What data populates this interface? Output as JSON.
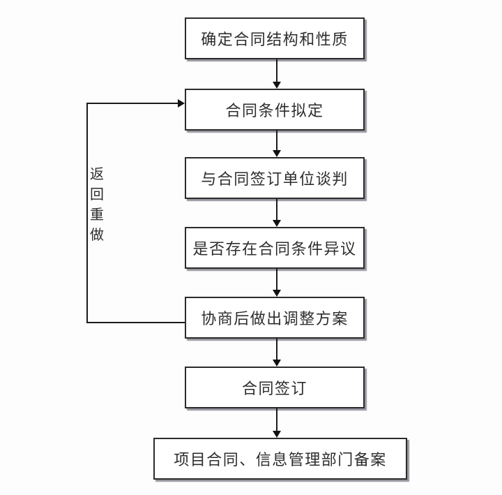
{
  "diagram": {
    "type": "flowchart",
    "direction": "top-down",
    "nodes": [
      {
        "id": "determine-structure",
        "label": "确定合同结构和性质"
      },
      {
        "id": "draft-conditions",
        "label": "合同条件拟定"
      },
      {
        "id": "negotiate-with-signer",
        "label": "与合同签订单位谈判"
      },
      {
        "id": "condition-objection-check",
        "label": "是否存在合同条件异议"
      },
      {
        "id": "adjustment-plan",
        "label": "协商后做出调整方案"
      },
      {
        "id": "contract-signing",
        "label": "合同签订"
      },
      {
        "id": "department-filing",
        "label": "项目合同、信息管理部门备案"
      }
    ],
    "edges": [
      {
        "from": "determine-structure",
        "to": "draft-conditions"
      },
      {
        "from": "draft-conditions",
        "to": "negotiate-with-signer"
      },
      {
        "from": "negotiate-with-signer",
        "to": "condition-objection-check"
      },
      {
        "from": "condition-objection-check",
        "to": "adjustment-plan"
      },
      {
        "from": "adjustment-plan",
        "to": "contract-signing"
      },
      {
        "from": "contract-signing",
        "to": "department-filing"
      },
      {
        "from": "adjustment-plan",
        "to": "draft-conditions",
        "label": "返回重做"
      }
    ],
    "loop_label": "返回重做"
  },
  "colors": {
    "background": "#fdfdfd",
    "node_fill": "#ffffff",
    "node_border": "#2b2b2b",
    "node_shadow": "#95959d",
    "line": "#1c1c1c",
    "text": "#2d2d2d"
  }
}
